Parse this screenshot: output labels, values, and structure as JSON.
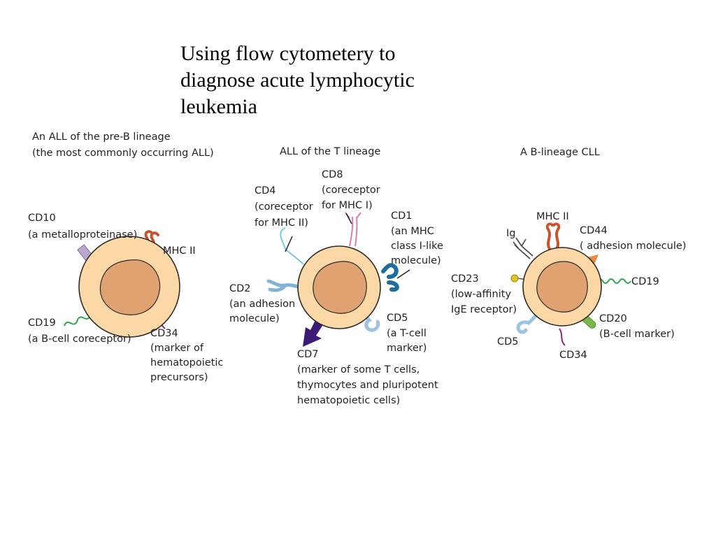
{
  "slide": {
    "title_lines": [
      "Using flow cytometery to",
      "diagnose acute lymphocytic",
      "leukemia"
    ]
  },
  "colors": {
    "cell_body": "#fbd8a5",
    "cell_outline": "#2b2b2b",
    "nucleus": "#e0a271",
    "mhc2": "#c8532c",
    "cd10": "#b9a7d2",
    "cd19": "#2ea44f",
    "cd34": "#8b2a6e",
    "cd4": "#7cc8e6",
    "cd8": "#e07bb0",
    "cd1": "#1d6e9e",
    "cd2": "#7fb3d8",
    "cd5": "#9cc3e0",
    "cd7": "#3c1a78",
    "cd23": "#e3c21b",
    "cd44": "#f08a3c",
    "cd20": "#7ab84a",
    "ig": "#444444"
  },
  "panels": {
    "preb": {
      "heading": [
        "An ALL of the pre-B lineage",
        "(the most commonly occurring ALL)"
      ],
      "cd10": [
        "CD10",
        "(a metalloproteinase)"
      ],
      "mhc2": [
        "MHC II"
      ],
      "cd19": [
        "CD19",
        "(a B-cell coreceptor)"
      ],
      "cd34": [
        "CD34",
        "(marker of",
        "hematopoietic",
        "precursors)"
      ]
    },
    "tcell": {
      "heading": [
        "ALL of the T lineage"
      ],
      "cd4": [
        "CD4",
        "(coreceptor",
        "for MHC II)"
      ],
      "cd8": [
        "CD8",
        "(coreceptor",
        "for MHC I)"
      ],
      "cd1": [
        "CD1",
        "(an MHC",
        "class I-like",
        "molecule)"
      ],
      "cd2": [
        "CD2",
        "(an adhesion",
        "molecule)"
      ],
      "cd5": [
        "CD5",
        "(a T-cell",
        "marker)"
      ],
      "cd7": [
        "CD7",
        "(marker of some T cells,",
        "thymocytes and pluripotent",
        "hematopoietic cells)"
      ]
    },
    "cll": {
      "heading": [
        "A B-lineage CLL"
      ],
      "mhc2": [
        "MHC II"
      ],
      "ig": [
        "Ig"
      ],
      "cd44": [
        "CD44",
        "( adhesion molecule)"
      ],
      "cd23": [
        "CD23",
        "(low-affinity",
        "IgE receptor)"
      ],
      "cd19": [
        "CD19"
      ],
      "cd20": [
        "CD20",
        "(B-cell marker)"
      ],
      "cd5": [
        "CD5"
      ],
      "cd34": [
        "CD34"
      ]
    }
  }
}
